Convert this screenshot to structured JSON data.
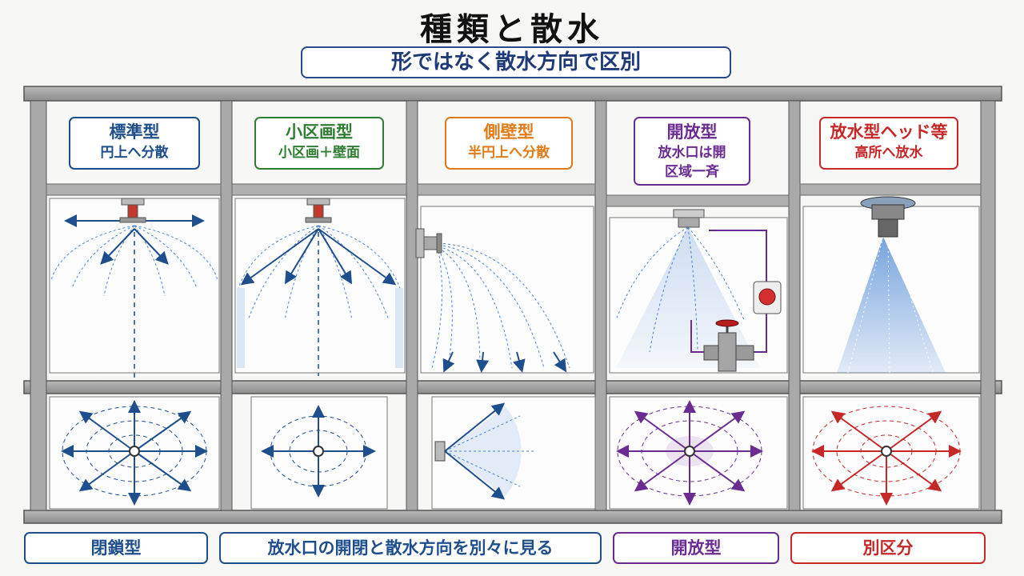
{
  "title": "種類と散水",
  "subtitle": "形ではなく散水方向で区別",
  "colors": {
    "blue": "#1f4e8c",
    "green": "#2e7d32",
    "orange": "#e07b1a",
    "purple": "#6a2c91",
    "red": "#c62828",
    "spray": "#4a86d4"
  },
  "columns": [
    {
      "name": "標準型",
      "desc1": "円上へ分散",
      "desc2": "",
      "color": "#1f4e8c",
      "icon": "pendent-sprinkler-icon"
    },
    {
      "name": "小区画型",
      "desc1": "小区画＋壁面",
      "desc2": "",
      "color": "#2e7d32",
      "icon": "small-area-sprinkler-icon"
    },
    {
      "name": "側壁型",
      "desc1": "半円上へ分散",
      "desc2": "",
      "color": "#e07b1a",
      "icon": "sidewall-sprinkler-icon"
    },
    {
      "name": "開放型",
      "desc1": "放水口は開",
      "desc2": "区域一斉",
      "color": "#6a2c91",
      "icon": "open-sprinkler-icon"
    },
    {
      "name": "放水型ヘッド等",
      "desc1": "高所へ放水",
      "desc2": "",
      "color": "#c62828",
      "icon": "large-discharge-head-icon"
    }
  ],
  "bottom_labels": [
    {
      "text": "閉鎖型",
      "color": "#1f4e8c"
    },
    {
      "text": "放水口の開閉と散水方向を別々に見る",
      "color": "#1f4e8c"
    },
    {
      "text": "開放型",
      "color": "#6a2c91"
    },
    {
      "text": "別区分",
      "color": "#c62828"
    }
  ]
}
